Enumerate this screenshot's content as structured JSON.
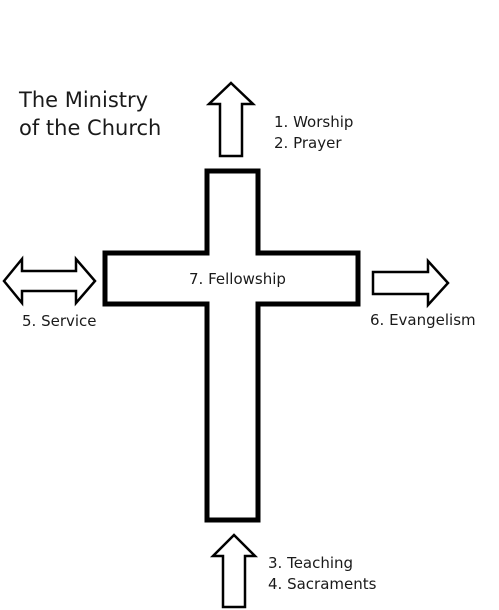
{
  "title": {
    "line1": "The Ministry",
    "line2": "of the Church"
  },
  "labels": {
    "worship": "1. Worship",
    "prayer": "2. Prayer",
    "teaching": "3. Teaching",
    "sacraments": "4. Sacraments",
    "service": "5. Service",
    "evangelism": "6. Evangelism",
    "fellowship": "7. Fellowship"
  },
  "colors": {
    "stroke": "#000000",
    "fill": "#ffffff",
    "text": "#1a1a1a"
  }
}
